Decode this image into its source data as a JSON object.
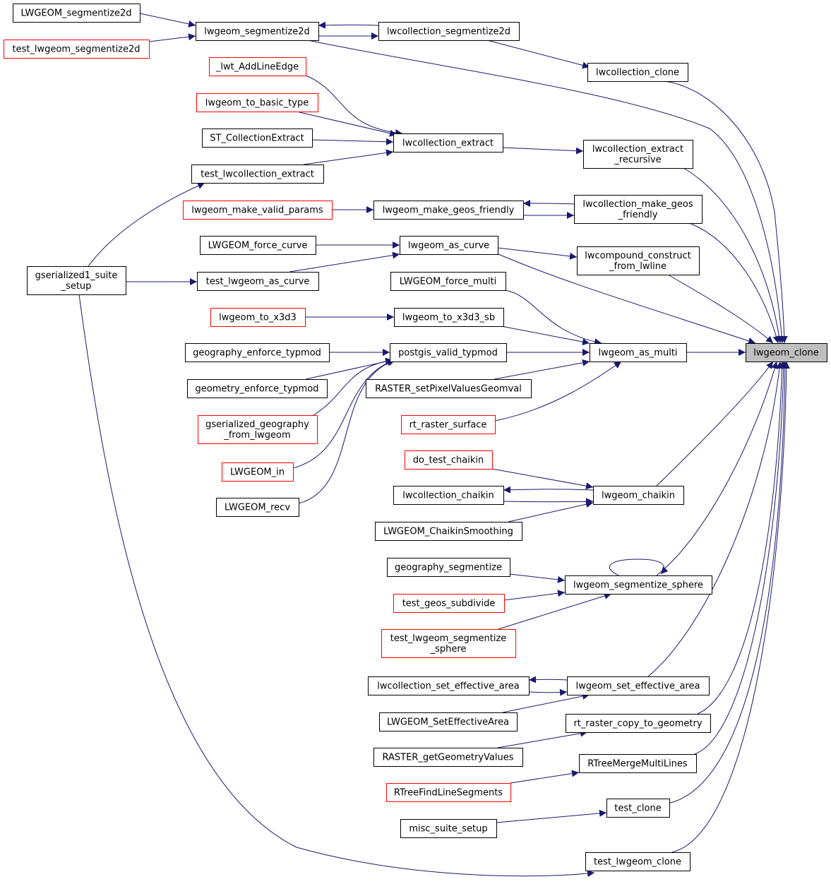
{
  "graph": {
    "colors": {
      "edge": "#191970",
      "border_normal": "#000000",
      "border_truncated": "#ff0000",
      "focus_fill": "#bfbfbf",
      "fill": "#ffffff"
    },
    "nodes": [
      {
        "id": "lwgeom_clone",
        "lines": [
          "lwgeom_clone"
        ],
        "style": "focus"
      },
      {
        "id": "lwcollection_clone",
        "lines": [
          "lwcollection_clone"
        ],
        "style": "normal"
      },
      {
        "id": "lwcollection_segmentize2d",
        "lines": [
          "lwcollection_segmentize2d"
        ],
        "style": "normal"
      },
      {
        "id": "lwgeom_segmentize2d",
        "lines": [
          "lwgeom_segmentize2d"
        ],
        "style": "normal"
      },
      {
        "id": "LWGEOM_segmentize2d",
        "lines": [
          "LWGEOM_segmentize2d"
        ],
        "style": "normal"
      },
      {
        "id": "test_lwgeom_segmentize2d",
        "lines": [
          "test_lwgeom_segmentize2d"
        ],
        "style": "truncated"
      },
      {
        "id": "lwcollection_extract_recursive",
        "lines": [
          "lwcollection_extract",
          "_recursive"
        ],
        "style": "normal"
      },
      {
        "id": "lwcollection_extract",
        "lines": [
          "lwcollection_extract"
        ],
        "style": "normal"
      },
      {
        "id": "_lwt_AddLineEdge",
        "lines": [
          "_lwt_AddLineEdge"
        ],
        "style": "truncated"
      },
      {
        "id": "lwgeom_to_basic_type",
        "lines": [
          "lwgeom_to_basic_type"
        ],
        "style": "truncated"
      },
      {
        "id": "ST_CollectionExtract",
        "lines": [
          "ST_CollectionExtract"
        ],
        "style": "normal"
      },
      {
        "id": "test_lwcollection_extract",
        "lines": [
          "test_lwcollection_extract"
        ],
        "style": "normal"
      },
      {
        "id": "gserialized1_suite_setup",
        "lines": [
          "gserialized1_suite",
          "_setup"
        ],
        "style": "normal"
      },
      {
        "id": "lwcollection_make_geos_friendly",
        "lines": [
          "lwcollection_make_geos",
          "_friendly"
        ],
        "style": "normal"
      },
      {
        "id": "lwgeom_make_geos_friendly",
        "lines": [
          "lwgeom_make_geos_friendly"
        ],
        "style": "normal"
      },
      {
        "id": "lwgeom_make_valid_params",
        "lines": [
          "lwgeom_make_valid_params"
        ],
        "style": "truncated"
      },
      {
        "id": "lwcompound_construct_from_lwline",
        "lines": [
          "lwcompound_construct",
          "_from_lwline"
        ],
        "style": "normal"
      },
      {
        "id": "lwgeom_as_curve",
        "lines": [
          "lwgeom_as_curve"
        ],
        "style": "normal"
      },
      {
        "id": "LWGEOM_force_curve",
        "lines": [
          "LWGEOM_force_curve"
        ],
        "style": "normal"
      },
      {
        "id": "test_lwgeom_as_curve",
        "lines": [
          "test_lwgeom_as_curve"
        ],
        "style": "normal"
      },
      {
        "id": "lwgeom_as_multi",
        "lines": [
          "lwgeom_as_multi"
        ],
        "style": "normal"
      },
      {
        "id": "LWGEOM_force_multi",
        "lines": [
          "LWGEOM_force_multi"
        ],
        "style": "normal"
      },
      {
        "id": "lwgeom_to_x3d3_sb",
        "lines": [
          "lwgeom_to_x3d3_sb"
        ],
        "style": "normal"
      },
      {
        "id": "lwgeom_to_x3d3",
        "lines": [
          "lwgeom_to_x3d3"
        ],
        "style": "truncated"
      },
      {
        "id": "postgis_valid_typmod",
        "lines": [
          "postgis_valid_typmod"
        ],
        "style": "normal"
      },
      {
        "id": "geography_enforce_typmod",
        "lines": [
          "geography_enforce_typmod"
        ],
        "style": "normal"
      },
      {
        "id": "geometry_enforce_typmod",
        "lines": [
          "geometry_enforce_typmod"
        ],
        "style": "normal"
      },
      {
        "id": "gserialized_geography_from_lwgeom",
        "lines": [
          "gserialized_geography",
          "_from_lwgeom"
        ],
        "style": "truncated"
      },
      {
        "id": "LWGEOM_in",
        "lines": [
          "LWGEOM_in"
        ],
        "style": "truncated"
      },
      {
        "id": "LWGEOM_recv",
        "lines": [
          "LWGEOM_recv"
        ],
        "style": "normal"
      },
      {
        "id": "RASTER_setPixelValuesGeomval",
        "lines": [
          "RASTER_setPixelValuesGeomval"
        ],
        "style": "normal"
      },
      {
        "id": "rt_raster_surface",
        "lines": [
          "rt_raster_surface"
        ],
        "style": "truncated"
      },
      {
        "id": "lwgeom_chaikin",
        "lines": [
          "lwgeom_chaikin"
        ],
        "style": "normal"
      },
      {
        "id": "do_test_chaikin",
        "lines": [
          "do_test_chaikin"
        ],
        "style": "truncated"
      },
      {
        "id": "lwcollection_chaikin",
        "lines": [
          "lwcollection_chaikin"
        ],
        "style": "normal"
      },
      {
        "id": "LWGEOM_ChaikinSmoothing",
        "lines": [
          "LWGEOM_ChaikinSmoothing"
        ],
        "style": "normal"
      },
      {
        "id": "lwgeom_segmentize_sphere",
        "lines": [
          "lwgeom_segmentize_sphere"
        ],
        "style": "normal"
      },
      {
        "id": "geography_segmentize",
        "lines": [
          "geography_segmentize"
        ],
        "style": "normal"
      },
      {
        "id": "test_geos_subdivide",
        "lines": [
          "test_geos_subdivide"
        ],
        "style": "truncated"
      },
      {
        "id": "test_lwgeom_segmentize_sphere",
        "lines": [
          "test_lwgeom_segmentize",
          "_sphere"
        ],
        "style": "truncated"
      },
      {
        "id": "lwgeom_set_effective_area",
        "lines": [
          "lwgeom_set_effective_area"
        ],
        "style": "normal"
      },
      {
        "id": "lwcollection_set_effective_area",
        "lines": [
          "lwcollection_set_effective_area"
        ],
        "style": "normal"
      },
      {
        "id": "LWGEOM_SetEffectiveArea",
        "lines": [
          "LWGEOM_SetEffectiveArea"
        ],
        "style": "normal"
      },
      {
        "id": "rt_raster_copy_to_geometry",
        "lines": [
          "rt_raster_copy_to_geometry"
        ],
        "style": "normal"
      },
      {
        "id": "RASTER_getGeometryValues",
        "lines": [
          "RASTER_getGeometryValues"
        ],
        "style": "normal"
      },
      {
        "id": "RTreeMergeMultiLines",
        "lines": [
          "RTreeMergeMultiLines"
        ],
        "style": "normal"
      },
      {
        "id": "RTreeFindLineSegments",
        "lines": [
          "RTreeFindLineSegments"
        ],
        "style": "truncated"
      },
      {
        "id": "test_clone",
        "lines": [
          "test_clone"
        ],
        "style": "normal"
      },
      {
        "id": "misc_suite_setup",
        "lines": [
          "misc_suite_setup"
        ],
        "style": "normal"
      },
      {
        "id": "test_lwgeom_clone",
        "lines": [
          "test_lwgeom_clone"
        ],
        "style": "normal"
      }
    ],
    "edges": [
      [
        "lwcollection_clone",
        "lwgeom_clone"
      ],
      [
        "lwgeom_segmentize2d",
        "lwgeom_clone"
      ],
      [
        "lwcollection_extract_recursive",
        "lwgeom_clone"
      ],
      [
        "lwcollection_make_geos_friendly",
        "lwgeom_clone"
      ],
      [
        "lwgeom_as_curve",
        "lwgeom_clone"
      ],
      [
        "lwcompound_construct_from_lwline",
        "lwgeom_clone"
      ],
      [
        "lwgeom_as_multi",
        "lwgeom_clone"
      ],
      [
        "lwgeom_chaikin",
        "lwgeom_clone"
      ],
      [
        "lwgeom_segmentize_sphere",
        "lwgeom_clone"
      ],
      [
        "lwgeom_set_effective_area",
        "lwgeom_clone"
      ],
      [
        "rt_raster_copy_to_geometry",
        "lwgeom_clone"
      ],
      [
        "RTreeMergeMultiLines",
        "lwgeom_clone"
      ],
      [
        "test_clone",
        "lwgeom_clone"
      ],
      [
        "test_lwgeom_clone",
        "lwgeom_clone"
      ],
      [
        "lwcollection_segmentize2d",
        "lwcollection_clone"
      ],
      [
        "lwgeom_segmentize2d",
        "lwcollection_segmentize2d"
      ],
      [
        "lwcollection_segmentize2d",
        "lwgeom_segmentize2d"
      ],
      [
        "LWGEOM_segmentize2d",
        "lwgeom_segmentize2d"
      ],
      [
        "test_lwgeom_segmentize2d",
        "lwgeom_segmentize2d"
      ],
      [
        "lwcollection_extract",
        "lwcollection_extract_recursive"
      ],
      [
        "_lwt_AddLineEdge",
        "lwcollection_extract"
      ],
      [
        "lwgeom_to_basic_type",
        "lwcollection_extract"
      ],
      [
        "ST_CollectionExtract",
        "lwcollection_extract"
      ],
      [
        "test_lwcollection_extract",
        "lwcollection_extract"
      ],
      [
        "gserialized1_suite_setup",
        "test_lwcollection_extract"
      ],
      [
        "gserialized1_suite_setup",
        "test_lwgeom_as_curve"
      ],
      [
        "gserialized1_suite_setup",
        "test_lwgeom_clone"
      ],
      [
        "lwgeom_make_geos_friendly",
        "lwcollection_make_geos_friendly"
      ],
      [
        "lwcollection_make_geos_friendly",
        "lwgeom_make_geos_friendly"
      ],
      [
        "lwgeom_make_valid_params",
        "lwgeom_make_geos_friendly"
      ],
      [
        "lwgeom_as_curve",
        "lwcompound_construct_from_lwline"
      ],
      [
        "LWGEOM_force_curve",
        "lwgeom_as_curve"
      ],
      [
        "test_lwgeom_as_curve",
        "lwgeom_as_curve"
      ],
      [
        "LWGEOM_force_multi",
        "lwgeom_as_multi"
      ],
      [
        "lwgeom_to_x3d3_sb",
        "lwgeom_as_multi"
      ],
      [
        "postgis_valid_typmod",
        "lwgeom_as_multi"
      ],
      [
        "RASTER_setPixelValuesGeomval",
        "lwgeom_as_multi"
      ],
      [
        "rt_raster_surface",
        "lwgeom_as_multi"
      ],
      [
        "lwgeom_to_x3d3",
        "lwgeom_to_x3d3_sb"
      ],
      [
        "geography_enforce_typmod",
        "postgis_valid_typmod"
      ],
      [
        "geometry_enforce_typmod",
        "postgis_valid_typmod"
      ],
      [
        "gserialized_geography_from_lwgeom",
        "postgis_valid_typmod"
      ],
      [
        "LWGEOM_in",
        "postgis_valid_typmod"
      ],
      [
        "LWGEOM_recv",
        "postgis_valid_typmod"
      ],
      [
        "do_test_chaikin",
        "lwgeom_chaikin"
      ],
      [
        "lwcollection_chaikin",
        "lwgeom_chaikin"
      ],
      [
        "lwgeom_chaikin",
        "lwcollection_chaikin"
      ],
      [
        "LWGEOM_ChaikinSmoothing",
        "lwgeom_chaikin"
      ],
      [
        "lwgeom_segmentize_sphere",
        "lwgeom_segmentize_sphere"
      ],
      [
        "geography_segmentize",
        "lwgeom_segmentize_sphere"
      ],
      [
        "test_geos_subdivide",
        "lwgeom_segmentize_sphere"
      ],
      [
        "test_lwgeom_segmentize_sphere",
        "lwgeom_segmentize_sphere"
      ],
      [
        "lwcollection_set_effective_area",
        "lwgeom_set_effective_area"
      ],
      [
        "lwgeom_set_effective_area",
        "lwcollection_set_effective_area"
      ],
      [
        "LWGEOM_SetEffectiveArea",
        "lwgeom_set_effective_area"
      ],
      [
        "RASTER_getGeometryValues",
        "rt_raster_copy_to_geometry"
      ],
      [
        "RTreeFindLineSegments",
        "RTreeMergeMultiLines"
      ],
      [
        "misc_suite_setup",
        "test_clone"
      ]
    ]
  }
}
